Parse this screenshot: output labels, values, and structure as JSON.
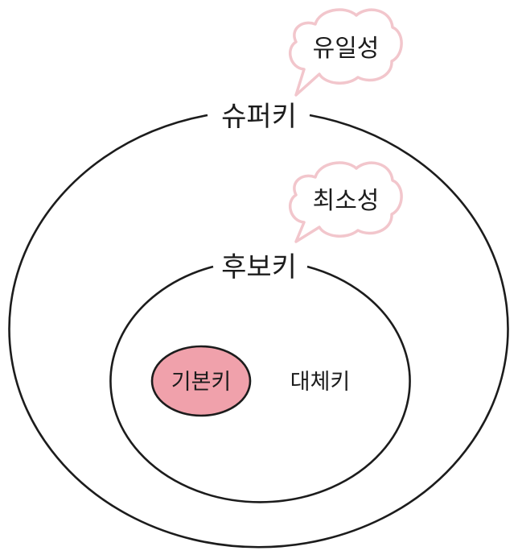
{
  "labels": {
    "super_key": "슈퍼키",
    "candidate_key": "후보키",
    "primary_key": "기본키",
    "alternate_key": "대체키"
  },
  "callouts": {
    "uniqueness": "유일성",
    "minimality": "최소성"
  },
  "colors": {
    "stroke": "#1c1c1c",
    "cloud_stroke": "#f2c6cc",
    "primary_fill": "#f0a1ab"
  }
}
